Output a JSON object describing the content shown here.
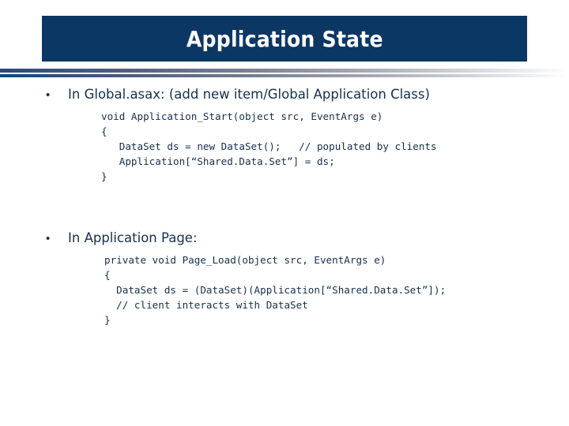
{
  "slide": {
    "title": "Application State",
    "accent_color": "#0b3765",
    "text_color": "#14304c",
    "background_color": "#ffffff"
  },
  "sections": [
    {
      "bullet_marker": "•",
      "bullet_text": "In Global.asax: (add new item/Global Application Class)",
      "code": "void Application_Start(object src, EventArgs e)\n{\n   DataSet ds = new DataSet();   // populated by clients\n   Application[“Shared.Data.Set”] = ds;\n}"
    },
    {
      "bullet_marker": "•",
      "bullet_text": "In Application Page:",
      "code": "private void Page_Load(object src, EventArgs e)\n{\n  DataSet ds = (DataSet)(Application[“Shared.Data.Set”]);\n  // client interacts with DataSet\n}"
    }
  ]
}
